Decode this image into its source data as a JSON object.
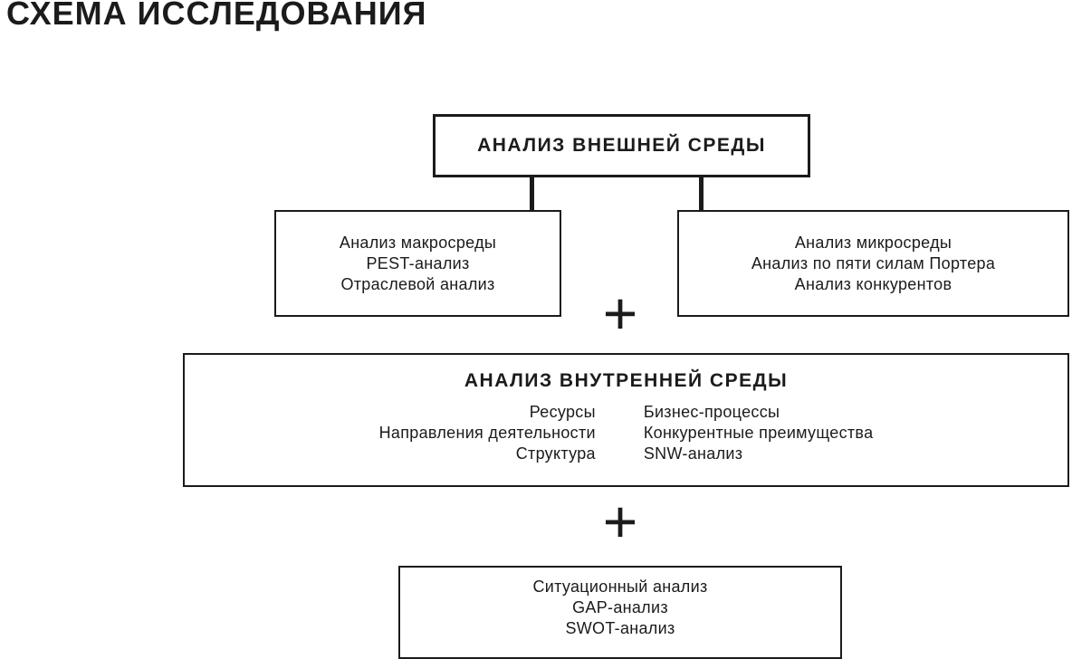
{
  "page": {
    "title": "СХЕМА ИССЛЕДОВАНИЯ"
  },
  "symbols": {
    "plus": "+"
  },
  "colors": {
    "ink": "#1b1b1b",
    "background": "#ffffff"
  },
  "diagram": {
    "external_box": {
      "title": "АНАЛИЗ ВНЕШНЕЙ СРЕДЫ"
    },
    "macro_box": {
      "lines": [
        "Анализ макросреды",
        "PEST-анализ",
        "Отраслевой анализ"
      ]
    },
    "micro_box": {
      "lines": [
        "Анализ микросреды",
        "Анализ по пяти силам Портера",
        "Анализ конкурентов"
      ]
    },
    "internal_box": {
      "title": "АНАЛИЗ ВНУТРЕННЕЙ СРЕДЫ",
      "left_column": [
        "Ресурсы",
        "Направления деятельности",
        "Структура"
      ],
      "right_column": [
        "Бизнес-процессы",
        "Конкурентные преимущества",
        "SNW-анализ"
      ]
    },
    "situational_box": {
      "lines": [
        "Ситуационный анализ",
        "GAP-анализ",
        "SWOT-анализ"
      ]
    }
  }
}
